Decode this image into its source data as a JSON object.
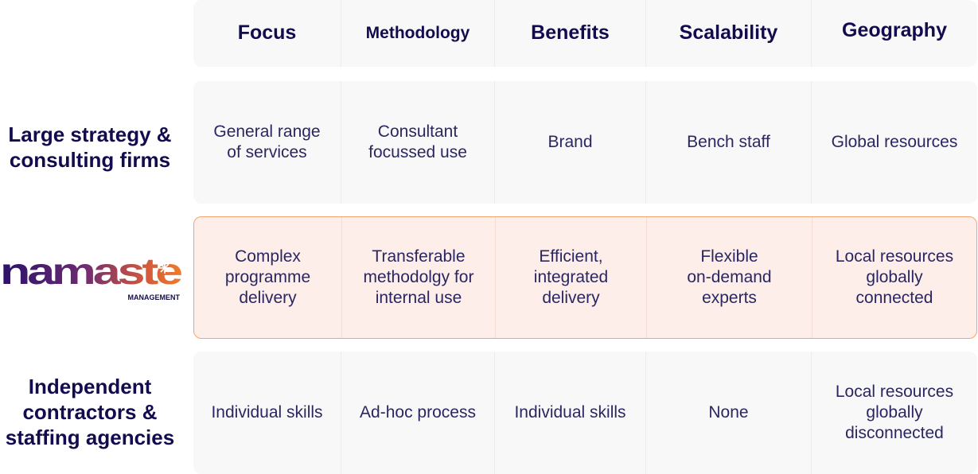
{
  "columns": [
    "Focus",
    "Methodology",
    "Benefits",
    "Scalability",
    "Geography"
  ],
  "rows": [
    {
      "label": "Large strategy & consulting firms",
      "label_lines": [
        "Large strategy &",
        "consulting firms"
      ],
      "cells": [
        [
          "General range",
          "of services"
        ],
        [
          "Consultant",
          "focussed use"
        ],
        [
          "Brand"
        ],
        [
          "Bench staff"
        ],
        [
          "Global resources"
        ]
      ]
    },
    {
      "logo": {
        "wordmark": "namaste",
        "subtitle": "MANAGEMENT"
      },
      "cells": [
        [
          "Complex",
          "programme",
          "delivery"
        ],
        [
          "Transferable",
          "methodolgy for",
          "internal use"
        ],
        [
          "Efficient,",
          "integrated",
          "delivery"
        ],
        [
          "Flexible",
          "on-demand",
          "experts"
        ],
        [
          "Local resources",
          "globally",
          "connected"
        ]
      ]
    },
    {
      "label": "Independent contractors & staffing agencies",
      "label_lines": [
        "Independent",
        "contractors &",
        "staffing agencies"
      ],
      "cells": [
        [
          "Individual skills"
        ],
        [
          "Ad-hoc process"
        ],
        [
          "Individual skills"
        ],
        [
          "None"
        ],
        [
          "Local resources",
          "globally",
          "disconnected"
        ]
      ]
    }
  ],
  "colors": {
    "navy": "#120c4f",
    "highlight_bg": "#fdeee9",
    "highlight_border": "#f5a36f",
    "row_bg": "#f8f8f9"
  }
}
